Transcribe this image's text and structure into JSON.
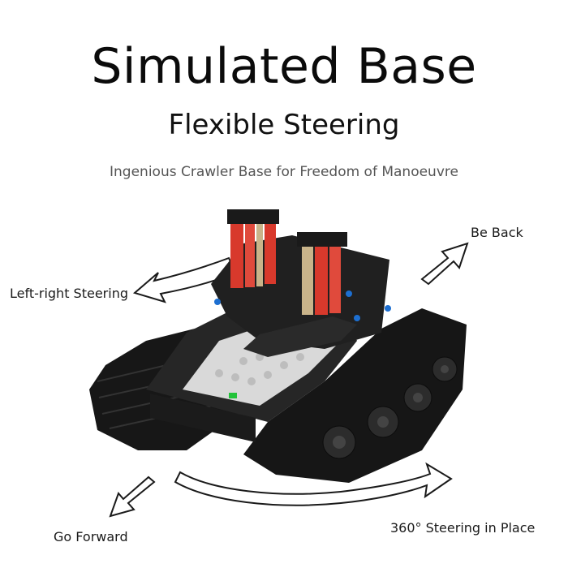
{
  "header": {
    "title": "Simulated Base",
    "subtitle": "Flexible Steering",
    "tagline": "Ingenious Crawler Base for Freedom of Manoeuvre"
  },
  "labels": {
    "left_right": "Left-right Steering",
    "back": "Be Back",
    "forward": "Go Forward",
    "steer_360": "360° Steering in Place"
  },
  "colors": {
    "body": "#1e1e1e",
    "track": "#151515",
    "deck": "#d9d9d9",
    "piston": "#d8392c",
    "accent_blue": "#1d6fd1",
    "led": "#22c33a"
  }
}
